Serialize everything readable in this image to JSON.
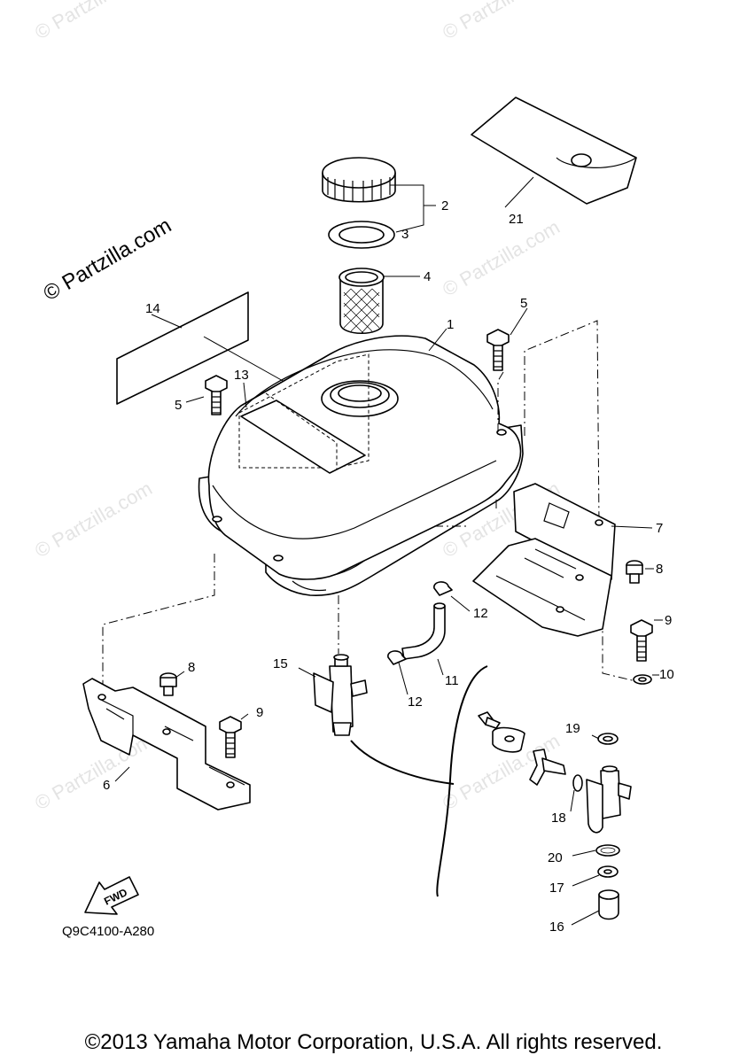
{
  "watermark": {
    "main": "© Partzilla.com",
    "tile": "© Partzilla.com"
  },
  "callouts": {
    "c1": "1",
    "c2": "2",
    "c3": "3",
    "c4": "4",
    "c5a": "5",
    "c5b": "5",
    "c6": "6",
    "c7": "7",
    "c8a": "8",
    "c8b": "8",
    "c9a": "9",
    "c9b": "9",
    "c10": "10",
    "c11": "11",
    "c12a": "12",
    "c12b": "12",
    "c13": "13",
    "c14": "14",
    "c15": "15",
    "c16": "16",
    "c17": "17",
    "c18": "18",
    "c19": "19",
    "c20": "20",
    "c21": "21"
  },
  "fwd_label": "FWD",
  "diagram_code": "Q9C4100-A280",
  "footer": "©2013 Yamaha Motor Corporation, U.S.A. All rights reserved."
}
